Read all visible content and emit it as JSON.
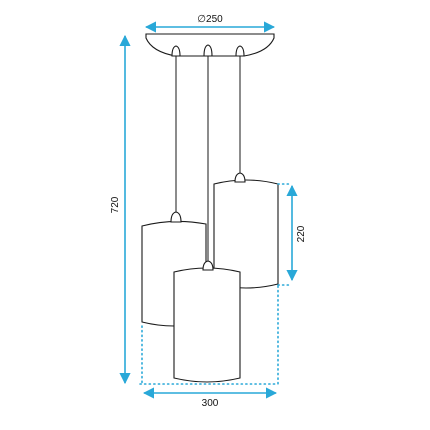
{
  "dimensions": {
    "canopy_diameter": "∅250",
    "total_height": "720",
    "shade_height": "220",
    "total_width": "300"
  },
  "colors": {
    "dimension": "#29a8d8",
    "outline": "#1a1a1a",
    "text": "#111111"
  }
}
